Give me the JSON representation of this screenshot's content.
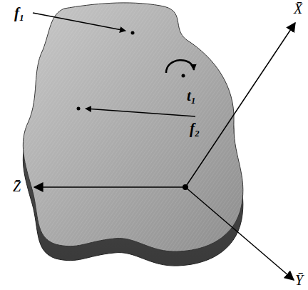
{
  "diagram": {
    "labels": [
      "f₁",
      "t₁",
      "f₂",
      "X̄",
      "Ȳ",
      "Z̄"
    ]
  }
}
